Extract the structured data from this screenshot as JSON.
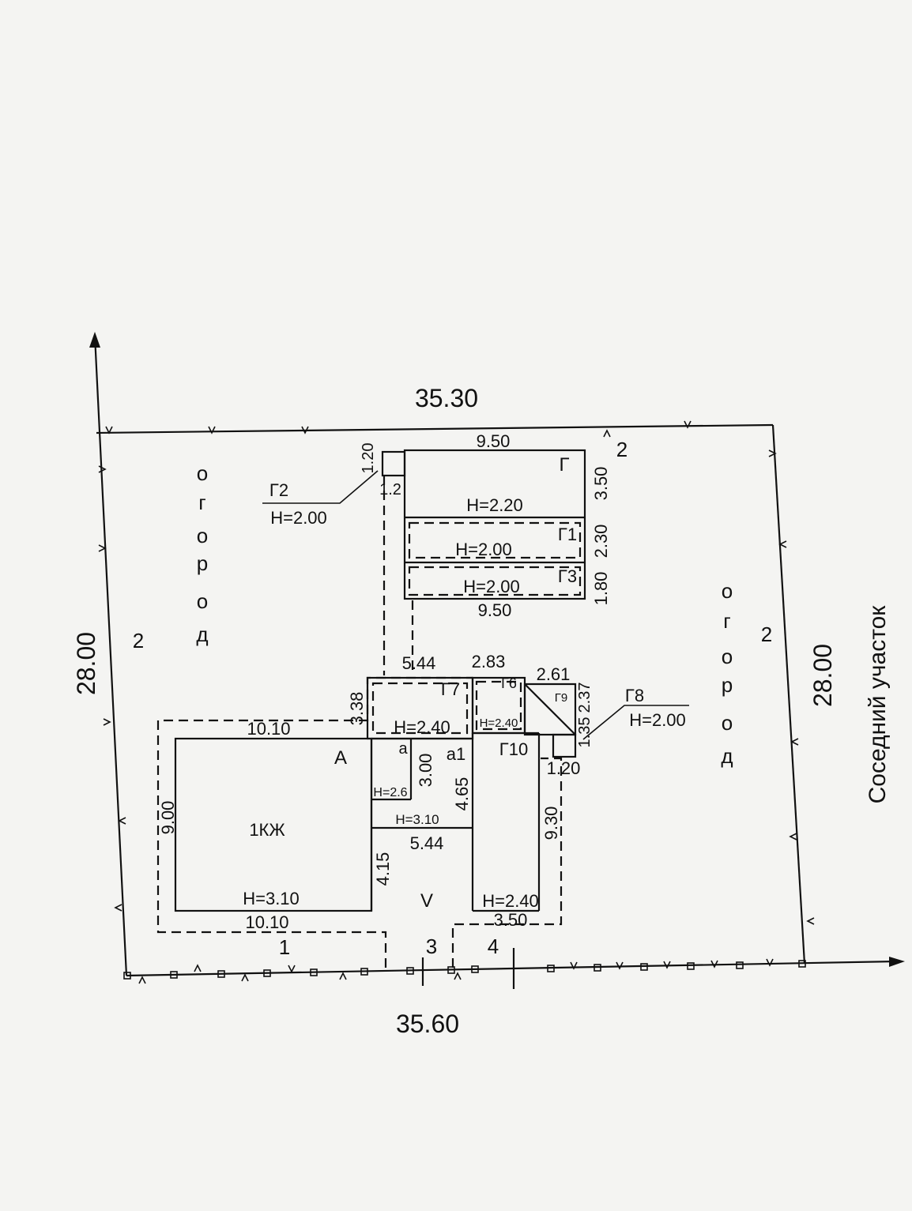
{
  "plot": {
    "top_length": "35.30",
    "bottom_length": "35.60",
    "left_length": "28.00",
    "right_length": "28.00",
    "left_label": "огород",
    "right_label": "огород",
    "neighbor_label": "Соседний участок",
    "border_type_left": "2",
    "border_type_right": "2",
    "border_type_top": "2",
    "front_segments": [
      "1",
      "3",
      "4"
    ]
  },
  "buildings": {
    "house": {
      "letter": "A",
      "code": "1КЖ",
      "height": "H=3.10",
      "length_top": "10.10",
      "length_bottom": "10.10",
      "width": "9.00"
    },
    "ext_a": {
      "letter": "a",
      "height": "H=2.6",
      "depth": "3.00"
    },
    "ext_a1": {
      "letter": "a1",
      "height": "H=3.10",
      "length": "5.44",
      "depth": "4.65"
    },
    "wall_dims": {
      "side": "4.15"
    },
    "yard": {
      "letter": "V"
    },
    "g": {
      "letter": "Г",
      "height": "H=2.20",
      "length_top": "9.50",
      "length_bottom": "9.50",
      "depth": "3.50"
    },
    "g1": {
      "letter": "Г1",
      "height": "H=2.00",
      "depth": "2.30"
    },
    "g3": {
      "letter": "Г3",
      "height": "H=2.00",
      "depth": "1.80"
    },
    "g2": {
      "letter": "Г2",
      "height": "H=2.00",
      "width": "1.20",
      "length": "1.2"
    },
    "g7": {
      "letter": "Г7",
      "height": "H=2.40",
      "length": "5.44",
      "depth": "3.38"
    },
    "g6": {
      "letter": "Г6",
      "height": "H=2.40",
      "length": "2.83"
    },
    "g9": {
      "letter": "Г9",
      "length": "2.61",
      "depth": "2.37"
    },
    "g8": {
      "letter": "Г8",
      "height": "H=2.00",
      "width": "1.20",
      "depth": "1.35"
    },
    "g10": {
      "letter": "Г10",
      "height": "H=2.40",
      "length": "3.50",
      "depth": "9.30"
    }
  }
}
